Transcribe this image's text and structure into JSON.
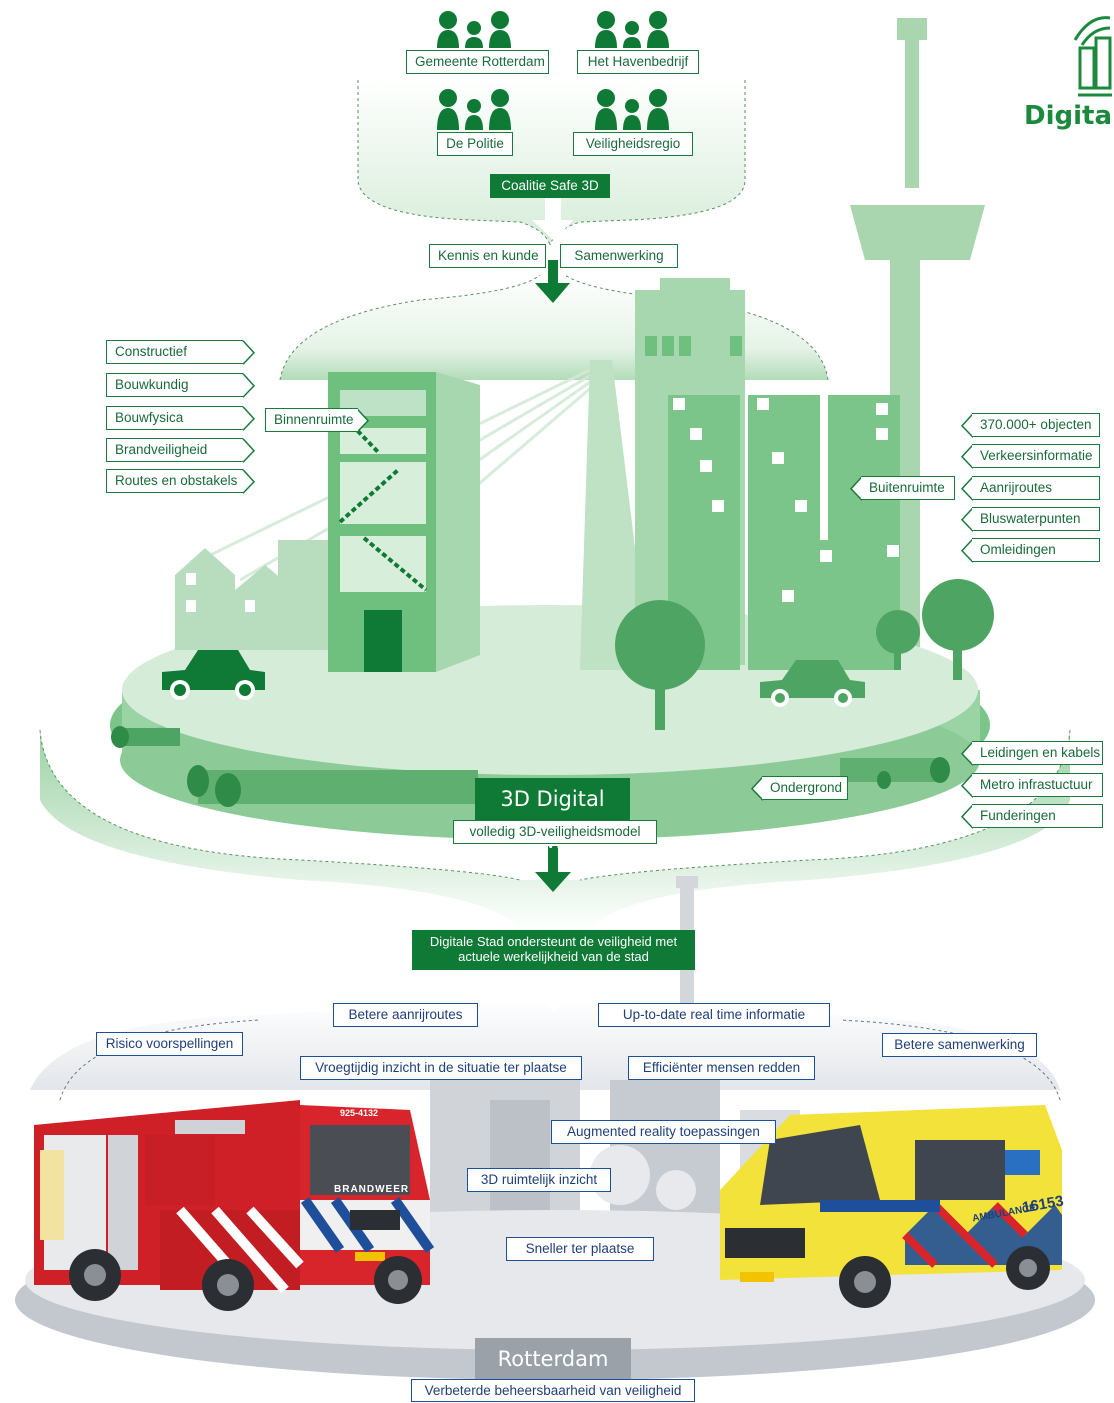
{
  "logo": {
    "text": "Digital",
    "icon": "digital-city-logo-icon"
  },
  "partners": [
    {
      "label": "Gemeente Rotterdam",
      "icon": "people-group-icon"
    },
    {
      "label": "Het Havenbedrijf",
      "icon": "people-group-icon"
    },
    {
      "label": "De Politie",
      "icon": "people-group-icon"
    },
    {
      "label": "Veiligheidsregio",
      "icon": "people-group-icon"
    }
  ],
  "coalition": "Coalitie Safe 3D",
  "inputs": {
    "left": "Kennis en kunde",
    "right": "Samenwerking"
  },
  "left_labels": [
    "Constructief",
    "Bouwkundig",
    "Bouwfysica",
    "Brandveiligheid",
    "Routes en obstakels"
  ],
  "binnenruimte": "Binnenruimte",
  "buitenruimte": "Buitenruimte",
  "right_labels": [
    "370.000+ objecten",
    "Verkeersinformatie",
    "Aanrijroutes",
    "Bluswaterpunten",
    "Omleidingen"
  ],
  "ondergrond": "Ondergrond",
  "underground_labels": [
    "Leidingen en kabels",
    "Metro infrastuctuur",
    "Funderingen"
  ],
  "twin": {
    "title": "3D Digital twin",
    "subtitle": "volledig 3D-veiligheidsmodel"
  },
  "support": {
    "line1": "Digitale Stad ondersteunt de veiligheid met",
    "line2": "actuele werkelijkheid van de stad"
  },
  "benefits": {
    "aanrijroutes": "Betere aanrijroutes",
    "realtime": "Up-to-date real time informatie",
    "risico": "Risico voorspellingen",
    "samenwerking": "Betere samenwerking",
    "vroegtijdig": "Vroegtijdig inzicht in de situatie ter plaatse",
    "efficienter": "Efficiënter mensen redden",
    "augmented": "Augmented reality toepassingen",
    "ruimtelijk": "3D ruimtelijk inzicht",
    "sneller": "Sneller ter plaatse"
  },
  "city": {
    "title": "Rotterdam",
    "subtitle": "Verbeterde beheersbaarheid van veiligheid"
  },
  "vehicles": {
    "firetruck": {
      "text": "BRANDWEER",
      "code": "925-4132"
    },
    "ambulance": {
      "text": "AMBULANCE",
      "number": "16153"
    }
  },
  "colors": {
    "green_dark": "#0f7a35",
    "green_mid": "#6fbf7f",
    "green_light": "#c8e6cc",
    "blue": "#1f4f9a",
    "grey": "#c9cdd3"
  }
}
